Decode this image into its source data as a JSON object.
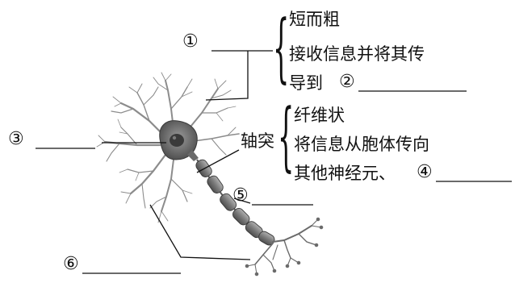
{
  "labels": {
    "n1": "①",
    "n2_inline": "②",
    "n3": "③",
    "n4_inline": "④",
    "n5": "⑤",
    "n6": "⑥",
    "axon_term": "轴突"
  },
  "top_block": {
    "line1": "短而粗",
    "line2": "接收信息并将其传",
    "line3_prefix": "导到"
  },
  "axon_block": {
    "line1": "纤维状",
    "line2": "将信息从胞体传向",
    "line3_prefix": "其他神经元、"
  },
  "colors": {
    "ink": "#111111",
    "cell_body": "#6e6e6e",
    "nucleus": "#3a3a3a",
    "myelin": "#8a8a8a",
    "dendrite": "#9a9a9a"
  }
}
